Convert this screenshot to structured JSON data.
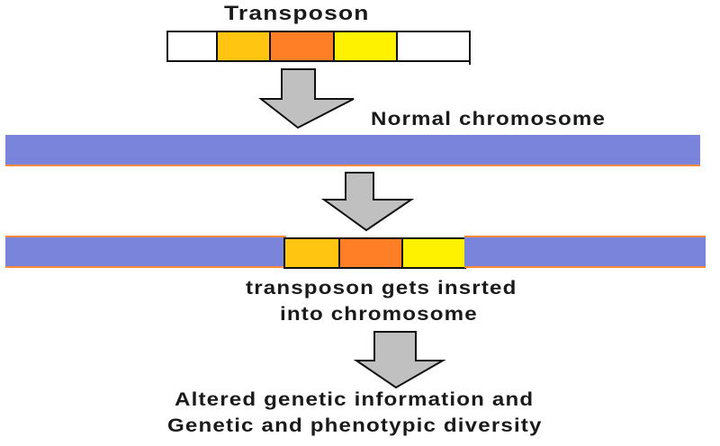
{
  "labels": {
    "transposon": "Transposon",
    "normal_chromosome": "Normal chromosome",
    "inserted_line1": "transposon gets insrted",
    "inserted_line2": "into chromosome",
    "result_line1": "Altered genetic information and",
    "result_line2": "Genetic and phenotypic diversity"
  },
  "colors": {
    "chromosome": "#7b84db",
    "chromosome_edge": "#ff8a3a",
    "segment_gold": "#ffc510",
    "segment_orange": "#ff7f27",
    "segment_yellow": "#fff200",
    "segment_blank": "#ffffff",
    "arrow_fill": "#c0c0c0"
  },
  "transposon_segments": [
    "blank",
    "gold",
    "orange",
    "yellow",
    "blank"
  ],
  "inserted_segments": [
    "gold",
    "orange",
    "yellow"
  ]
}
